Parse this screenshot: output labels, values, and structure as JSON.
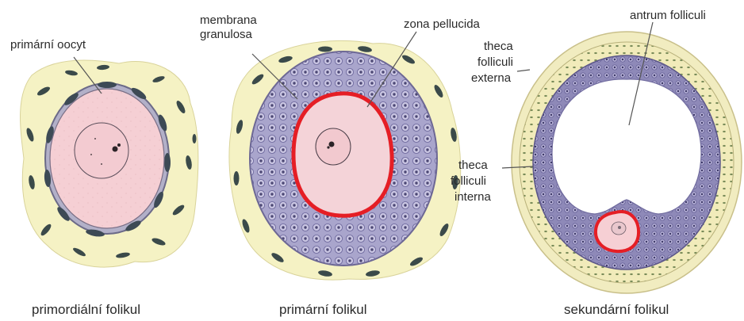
{
  "labels": {
    "primary_oocyte": "primární oocyt",
    "membrana_granulosa_1": "membrana",
    "membrana_granulosa_2": "granulosa",
    "zona_pellucida": "zona pellucida",
    "antrum_folliculi": "antrum folliculi",
    "theca_externa_1": "theca",
    "theca_externa_2": "folliculi",
    "theca_externa_3": "externa",
    "theca_interna_1": "theca",
    "theca_interna_2": "folliculi",
    "theca_interna_3": "interna"
  },
  "captions": {
    "primordial": "primordiální folikul",
    "primary": "primární folikul",
    "secondary": "sekundární folikul"
  },
  "colors": {
    "stroma": "#f5f2c4",
    "stroma_nucleus": "#3b4a4a",
    "oocyte": "#f6cfd3",
    "granulosa": "#a6a2c9",
    "granulosa_cell": "#8d87b8",
    "zona_pellucida": "#e51e25",
    "antrum": "#ffffff",
    "theca": "#efe8b0"
  }
}
